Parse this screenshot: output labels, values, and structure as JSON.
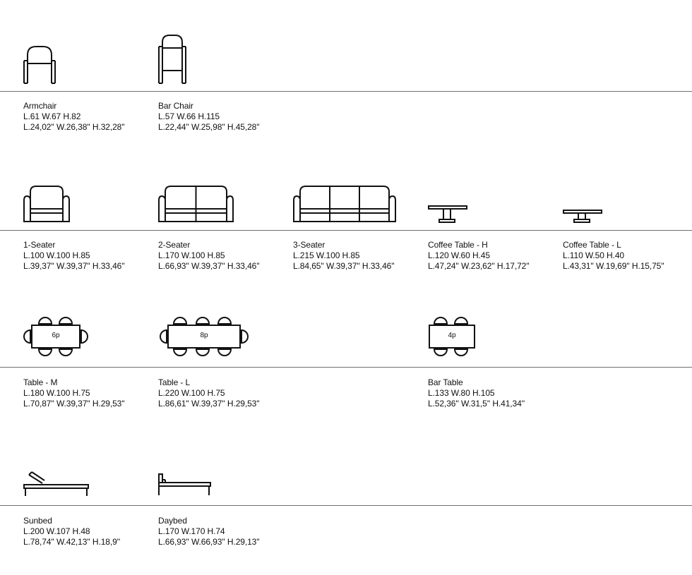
{
  "rows": [
    {
      "items": [
        {
          "icon": "armchair-icon",
          "name": "Armchair",
          "metric": "L.61 W.67 H.82",
          "imperial": "L.24,02'' W.26,38'' H.32,28''"
        },
        {
          "icon": "bar-chair-icon",
          "name": "Bar Chair",
          "metric": "L.57 W.66 H.115",
          "imperial": "L.22,44'' W.25,98'' H.45,28''"
        }
      ]
    },
    {
      "items": [
        {
          "icon": "one-seater-sofa-icon",
          "name": "1-Seater",
          "metric": "L.100 W.100 H.85",
          "imperial": "L.39,37'' W.39,37'' H.33,46''"
        },
        {
          "icon": "two-seater-sofa-icon",
          "name": "2-Seater",
          "metric": "L.170 W.100 H.85",
          "imperial": "L.66,93'' W.39,37'' H.33,46''"
        },
        {
          "icon": "three-seater-sofa-icon",
          "name": "3-Seater",
          "metric": "L.215 W.100 H.85",
          "imperial": "L.84,65'' W.39,37'' H.33,46''"
        },
        {
          "icon": "coffee-table-high-icon",
          "name": "Coffee Table - H",
          "metric": "L.120 W.60 H.45",
          "imperial": "L.47,24'' W.23,62'' H.17,72''"
        },
        {
          "icon": "coffee-table-low-icon",
          "name": "Coffee Table - L",
          "metric": "L.110 W.50 H.40",
          "imperial": "L.43,31'' W.19,69'' H.15,75''"
        }
      ]
    },
    {
      "items": [
        {
          "icon": "table-medium-icon",
          "name": "Table - M",
          "metric": "L.180 W.100 H.75",
          "imperial": "L.70,87'' W.39,37'' H.29,53''",
          "seats": "6p"
        },
        {
          "icon": "table-large-icon",
          "name": "Table - L",
          "metric": "L.220 W.100 H.75",
          "imperial": "L.86,61'' W.39,37'' H.29,53''",
          "seats": "8p"
        },
        {
          "icon": "bar-table-icon",
          "name": "Bar Table",
          "metric": "L.133 W.80 H.105",
          "imperial": "L.52,36'' W.31,5'' H.41,34''",
          "seats": "4p"
        }
      ]
    },
    {
      "items": [
        {
          "icon": "sunbed-icon",
          "name": "Sunbed",
          "metric": "L.200 W.107 H.48",
          "imperial": "L.78,74'' W.42,13'' H.18,9''"
        },
        {
          "icon": "daybed-icon",
          "name": "Daybed",
          "metric": "L.170 W.170 H.74",
          "imperial": "L.66,93'' W.66,93'' H.29,13''"
        }
      ]
    }
  ]
}
